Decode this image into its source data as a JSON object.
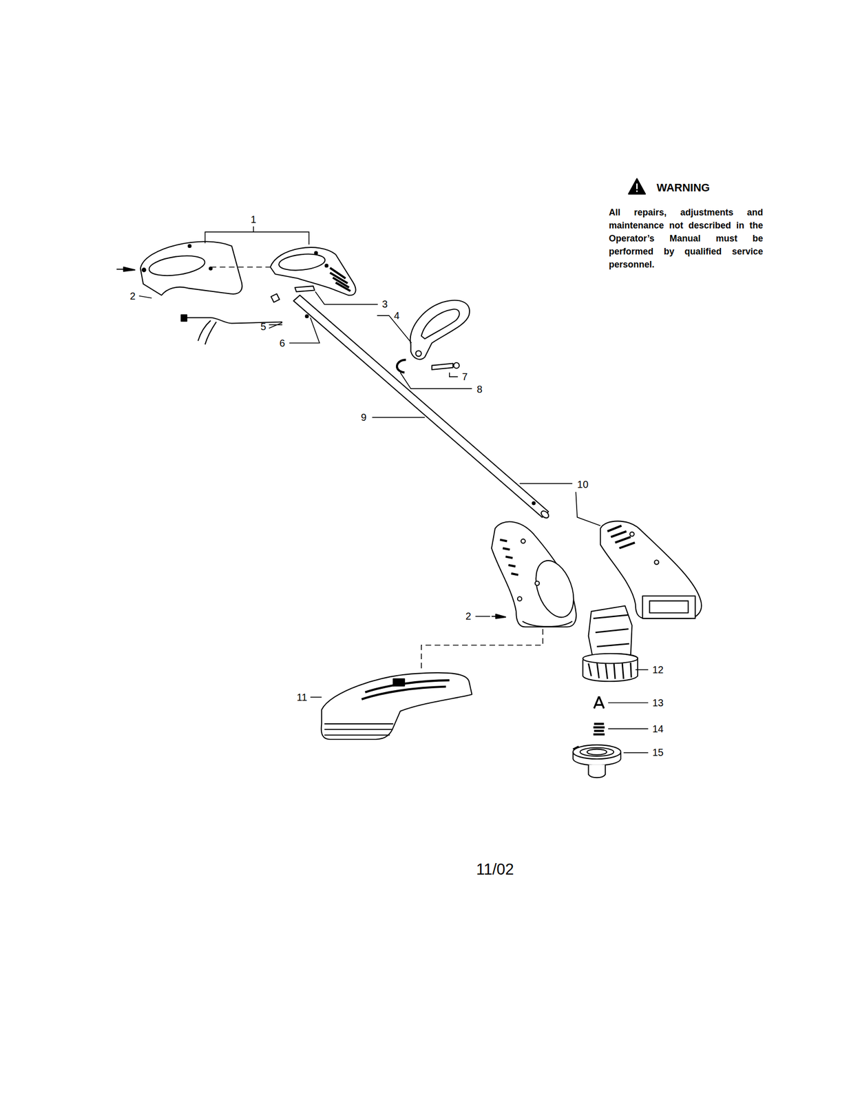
{
  "diagram": {
    "labels": [
      "WARNING",
      "All repairs, adjustments and maintenance not described in the Operator’s Manual must be performed by qualified service personnel.",
      "1",
      "2",
      "3",
      "4",
      "5",
      "6",
      "7",
      "8",
      "9",
      "10",
      "2",
      "11",
      "12",
      "13",
      "14",
      "15",
      "11/02"
    ]
  }
}
